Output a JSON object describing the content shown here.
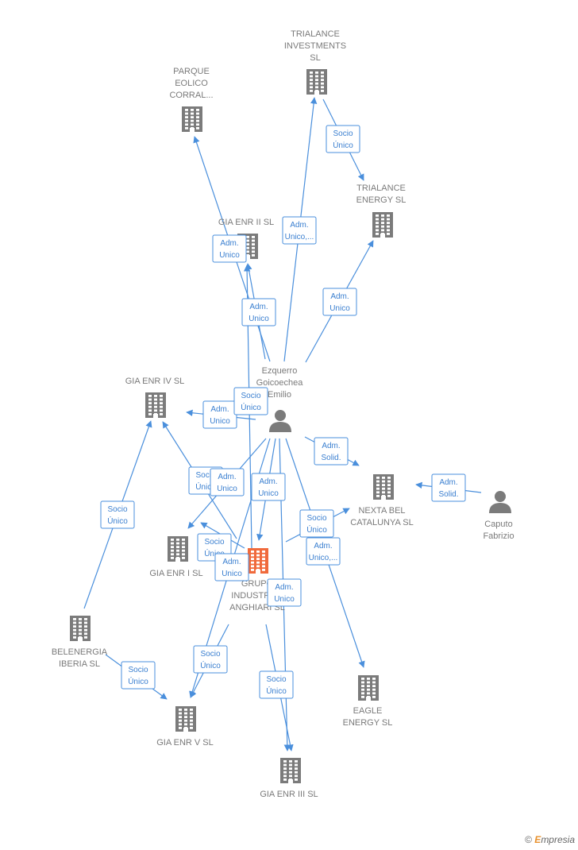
{
  "nodes": [
    {
      "id": "trialance_inv",
      "kind": "company",
      "label": [
        "TRIALANCE",
        "INVESTMENTS",
        "SL"
      ]
    },
    {
      "id": "parque",
      "kind": "company",
      "label": [
        "PARQUE",
        "EOLICO",
        "CORRAL..."
      ]
    },
    {
      "id": "trialance_energy",
      "kind": "company",
      "label": [
        "TRIALANCE",
        "ENERGY  SL"
      ]
    },
    {
      "id": "gia2",
      "kind": "company",
      "label": [
        "GIA ENR II  SL"
      ]
    },
    {
      "id": "ezquerro",
      "kind": "person",
      "label": [
        "Ezquerro",
        "Goicoechea",
        "Emilio"
      ]
    },
    {
      "id": "gia4",
      "kind": "company",
      "label": [
        "GIA ENR IV  SL"
      ]
    },
    {
      "id": "nexta",
      "kind": "company",
      "label": [
        "NEXTA BEL",
        "CATALUNYA  SL"
      ]
    },
    {
      "id": "caputo",
      "kind": "person",
      "label": [
        "Caputo",
        "Fabrizio"
      ]
    },
    {
      "id": "gia1",
      "kind": "company",
      "label": [
        "GIA ENR I  SL"
      ]
    },
    {
      "id": "grupo",
      "kind": "company-main",
      "label": [
        "GRUPO",
        "INDUSTRIAL",
        "ANGHIARI  SL"
      ]
    },
    {
      "id": "belenergia",
      "kind": "company",
      "label": [
        "BELENERGIA",
        "IBERIA  SL"
      ]
    },
    {
      "id": "eagle",
      "kind": "company",
      "label": [
        "EAGLE",
        "ENERGY  SL"
      ]
    },
    {
      "id": "gia5",
      "kind": "company",
      "label": [
        "GIA ENR V  SL"
      ]
    },
    {
      "id": "gia3",
      "kind": "company",
      "label": [
        "GIA ENR III  SL"
      ]
    }
  ],
  "edges": [
    {
      "from": "ezquerro",
      "to": "parque",
      "label": [
        "Adm.",
        "Unico"
      ]
    },
    {
      "from": "ezquerro",
      "to": "trialance_inv",
      "label": [
        "Adm.",
        "Unico,..."
      ]
    },
    {
      "from": "trialance_inv",
      "to": "trialance_energy",
      "label": [
        "Socio",
        "Único"
      ]
    },
    {
      "from": "ezquerro",
      "to": "trialance_energy",
      "label": [
        "Adm.",
        "Unico"
      ]
    },
    {
      "from": "ezquerro",
      "to": "gia2",
      "label": [
        "Adm.",
        "Unico"
      ]
    },
    {
      "from": "ezquerro",
      "to": "gia4",
      "label": [
        "Adm.",
        "Unico"
      ]
    },
    {
      "from": "grupo",
      "to": "gia2",
      "label": [
        "Socio",
        "Único"
      ]
    },
    {
      "from": "ezquerro",
      "to": "nexta",
      "label": [
        "Adm.",
        "Solid."
      ]
    },
    {
      "from": "caputo",
      "to": "nexta",
      "label": [
        "Adm.",
        "Solid."
      ]
    },
    {
      "from": "grupo",
      "to": "gia4",
      "label": [
        "Socio",
        "Único"
      ]
    },
    {
      "from": "ezquerro",
      "to": "gia1",
      "label": [
        "Adm.",
        "Unico"
      ]
    },
    {
      "from": "ezquerro",
      "to": "grupo",
      "label": [
        "Adm.",
        "Unico"
      ]
    },
    {
      "from": "grupo",
      "to": "nexta",
      "label": [
        "Socio",
        "Único"
      ]
    },
    {
      "from": "ezquerro",
      "to": "eagle",
      "label": [
        "Adm.",
        "Unico,..."
      ]
    },
    {
      "from": "belenergia",
      "to": "gia4",
      "label": [
        "Socio",
        "Único"
      ]
    },
    {
      "from": "grupo",
      "to": "gia1",
      "label": [
        "Socio",
        "Único"
      ]
    },
    {
      "from": "ezquerro",
      "to": "gia5",
      "label": [
        "Adm.",
        "Unico"
      ]
    },
    {
      "from": "ezquerro",
      "to": "gia3",
      "label": [
        "Adm.",
        "Unico"
      ]
    },
    {
      "from": "belenergia",
      "to": "gia5",
      "label": [
        "Socio",
        "Único"
      ]
    },
    {
      "from": "grupo",
      "to": "gia5",
      "label": [
        "Socio",
        "Único"
      ]
    },
    {
      "from": "grupo",
      "to": "gia3",
      "label": [
        "Socio",
        "Único"
      ]
    }
  ],
  "colors": {
    "edge": "#4a8fdc",
    "company": "#7b7b7b",
    "main": "#f06a3c",
    "label": "#7a7a7a"
  },
  "branding": {
    "symbol": "©",
    "initial": "E",
    "rest": "mpresia"
  }
}
